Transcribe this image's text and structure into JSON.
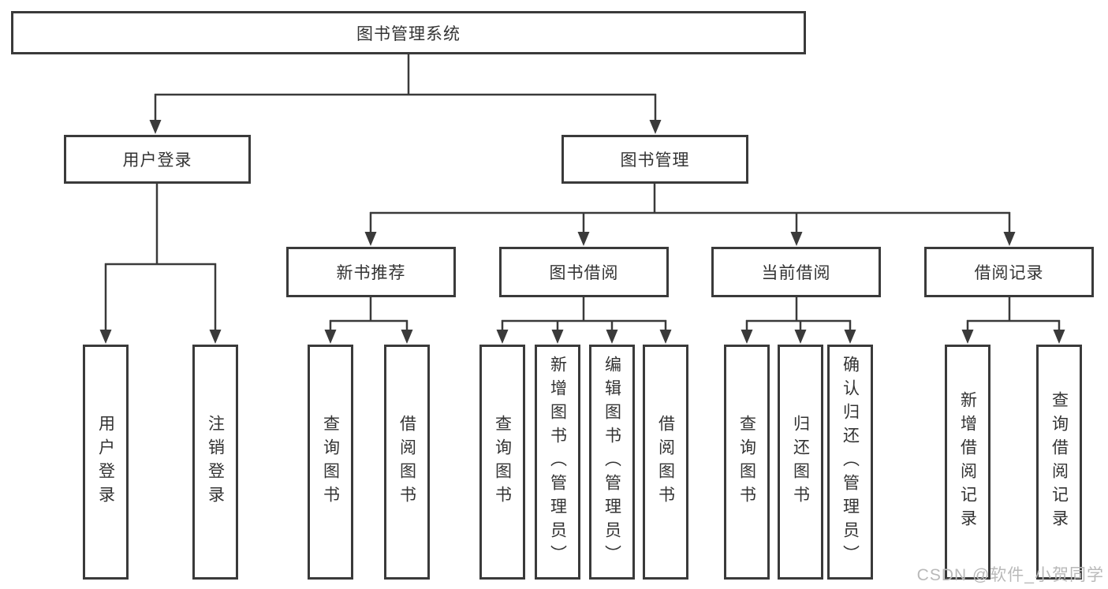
{
  "page": {
    "background": "#ffffff",
    "watermark": {
      "text": "CSDN @软件_小贺同学",
      "color": "#b9b9b9"
    }
  },
  "diagram": {
    "type": "hierarchy",
    "colors": {
      "line": "#3a3a3a",
      "box_border": "#3a3a3a",
      "text": "#333333",
      "box_fill": "#ffffff"
    },
    "root": {
      "label": "图书管理系统"
    },
    "level2": [
      {
        "id": "user-login",
        "label": "用户登录"
      },
      {
        "id": "book-management",
        "label": "图书管理"
      }
    ],
    "level3": [
      {
        "id": "new-book-recommend",
        "label": "新书推荐",
        "parent": "图书管理"
      },
      {
        "id": "book-borrowing",
        "label": "图书借阅",
        "parent": "图书管理"
      },
      {
        "id": "current-borrowing",
        "label": "当前借阅",
        "parent": "图书管理"
      },
      {
        "id": "borrow-records",
        "label": "借阅记录",
        "parent": "图书管理"
      }
    ],
    "leaves": [
      {
        "label": "用户登录",
        "parent": "用户登录"
      },
      {
        "label": "注销登录",
        "parent": "用户登录"
      },
      {
        "label": "查询图书",
        "parent": "新书推荐"
      },
      {
        "label": "借阅图书",
        "parent": "新书推荐"
      },
      {
        "label": "查询图书",
        "parent": "图书借阅"
      },
      {
        "label": "新增图书（管理员）",
        "parent": "图书借阅"
      },
      {
        "label": "编辑图书（管理员）",
        "parent": "图书借阅"
      },
      {
        "label": "借阅图书",
        "parent": "图书借阅"
      },
      {
        "label": "查询图书",
        "parent": "当前借阅"
      },
      {
        "label": "归还图书",
        "parent": "当前借阅"
      },
      {
        "label": "确认归还（管理员）",
        "parent": "当前借阅"
      },
      {
        "label": "新增借阅记录",
        "parent": "借阅记录"
      },
      {
        "label": "查询借阅记录",
        "parent": "借阅记录"
      }
    ]
  }
}
